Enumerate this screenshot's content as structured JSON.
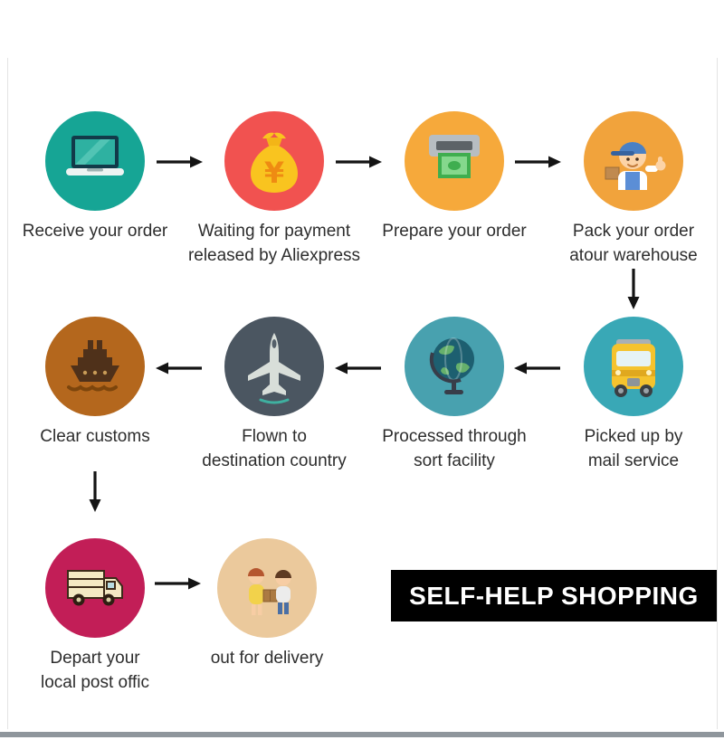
{
  "steps": [
    {
      "label": "Receive your order",
      "icon": "laptop-icon",
      "bg": "#16a595"
    },
    {
      "label": "Waiting for payment\nreleased by Aliexpress",
      "icon": "money-bag-icon",
      "bg": "#f15250",
      "icon_symbol": "¥"
    },
    {
      "label": "Prepare your order",
      "icon": "cash-dispenser-icon",
      "bg": "#f6a93b"
    },
    {
      "label": "Pack your order\natour warehouse",
      "icon": "warehouse-worker-icon",
      "bg": "#f1a33c"
    },
    {
      "label": "Picked up by\nmail service",
      "icon": "mail-bus-icon",
      "bg": "#39a8b6"
    },
    {
      "label": "Processed through\nsort facility",
      "icon": "globe-icon",
      "bg": "#48a1af"
    },
    {
      "label": "Flown to\ndestination country",
      "icon": "airplane-icon",
      "bg": "#4b5661"
    },
    {
      "label": "Clear customs",
      "icon": "cargo-ship-icon",
      "bg": "#b4671d"
    },
    {
      "label": "Depart your\nlocal post offic",
      "icon": "delivery-truck-icon",
      "bg": "#c21e57"
    },
    {
      "label": "out for delivery",
      "icon": "handoff-people-icon",
      "bg": "#ebc99c"
    }
  ],
  "banner": {
    "text": "SELF-HELP SHOPPING",
    "bg": "#000000",
    "color": "#ffffff"
  }
}
